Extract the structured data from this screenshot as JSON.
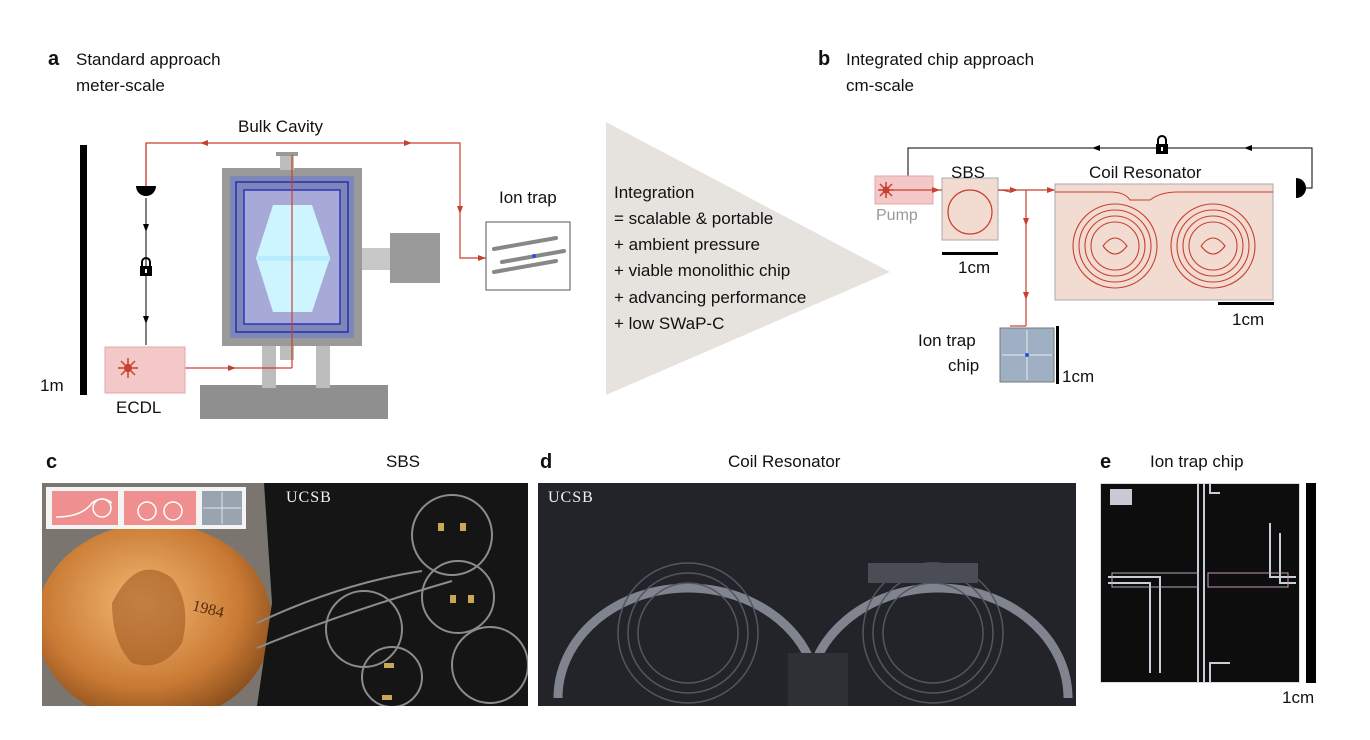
{
  "panel_a": {
    "letter": "a",
    "title": "Standard approach",
    "subtitle": "meter-scale",
    "bulk_cavity": "Bulk Cavity",
    "ion_trap": "Ion trap",
    "ecdl": "ECDL",
    "scale": "1m"
  },
  "integration": {
    "title": "Integration",
    "items": [
      "= scalable & portable",
      "+ ambient pressure",
      "+ viable monolithic chip",
      "+ advancing performance",
      "+ low SWaP-C"
    ]
  },
  "panel_b": {
    "letter": "b",
    "title": "Integrated chip approach",
    "subtitle": "cm-scale",
    "pump": "Pump",
    "sbs": "SBS",
    "coil": "Coil Resonator",
    "ion_trap_line1": "Ion trap",
    "ion_trap_line2": "chip",
    "scale_sbs": "1cm",
    "scale_coil": "1cm",
    "scale_ion": "1cm"
  },
  "panel_c": {
    "letter": "c",
    "label": "SBS",
    "logo": "UCSB",
    "coin_year": "1984"
  },
  "panel_d": {
    "letter": "d",
    "label": "Coil Resonator",
    "logo": "UCSB"
  },
  "panel_e": {
    "letter": "e",
    "label": "Ion trap chip",
    "scale": "1cm"
  },
  "colors": {
    "laser_red": "#c8402e",
    "chip_fill": "#f2dcd2",
    "pump_fill": "#f4c8c8",
    "arrow_gray": "#e6e3df"
  }
}
